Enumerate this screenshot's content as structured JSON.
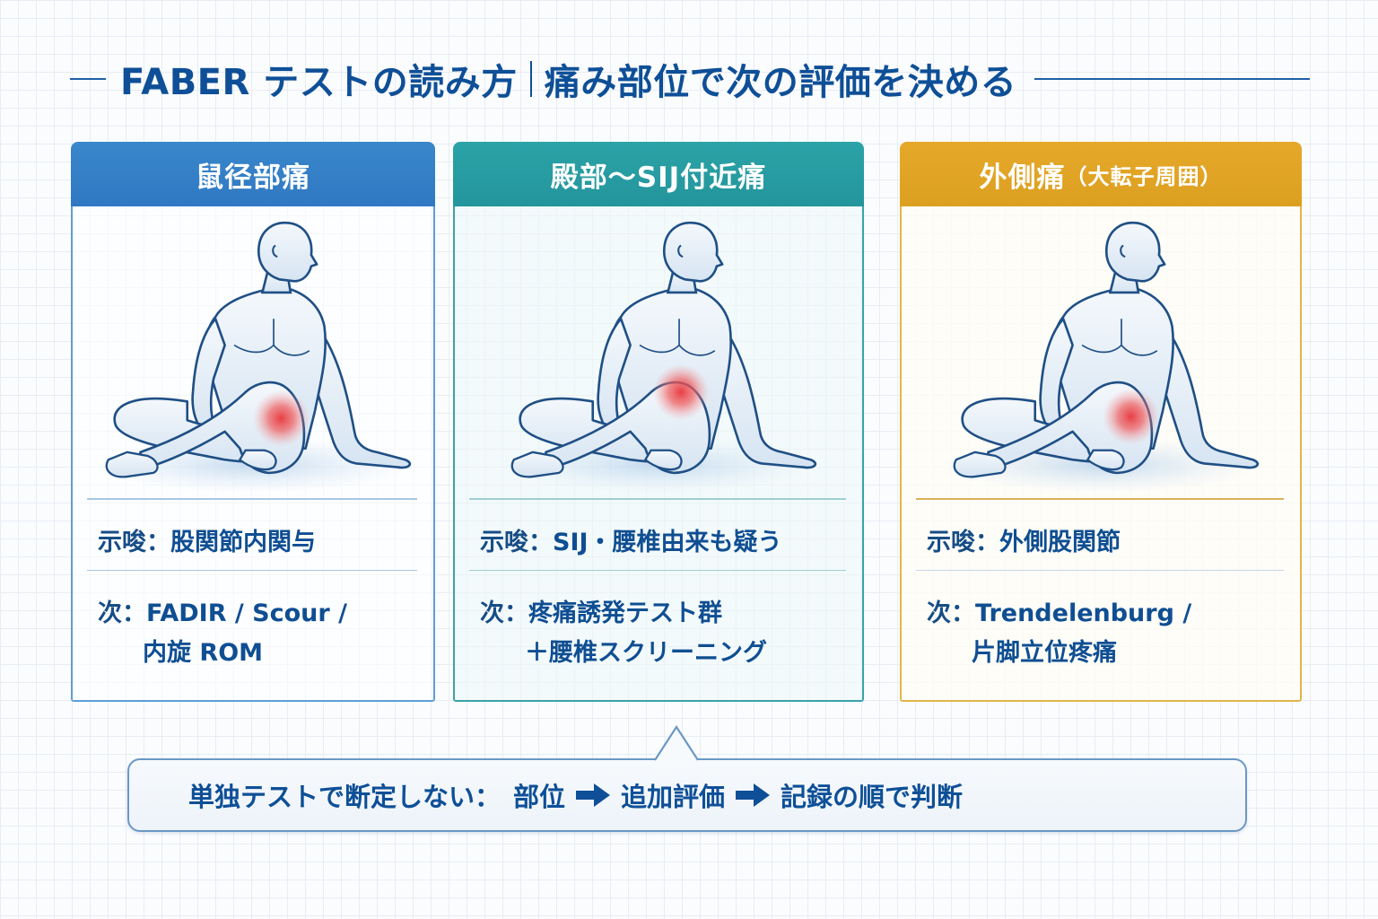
{
  "title": {
    "part1": "FABER テストの読み方",
    "part2": "痛み部位で次の評価を決める"
  },
  "colors": {
    "primary_text": "#0e4f97",
    "blue_header": "#3481c6",
    "teal_header": "#26989f",
    "gold_header": "#e0a424",
    "pain_marker": "#e8353a"
  },
  "cards": [
    {
      "header": "鼠径部痛",
      "header_sub": "",
      "pain_location": "groin",
      "suggest_label": "示唆：",
      "suggest_value": "股関節内関与",
      "next_label": "次：",
      "next_line1": "FADIR / Scour /",
      "next_line2": "内旋 ROM"
    },
    {
      "header": "殿部〜SIJ付近痛",
      "header_sub": "",
      "pain_location": "buttock-sij",
      "suggest_label": "示唆：",
      "suggest_value": "SIJ・腰椎由来も疑う",
      "next_label": "次：",
      "next_line1": "疼痛誘発テスト群",
      "next_line2": "＋腰椎スクリーニング"
    },
    {
      "header": "外側痛",
      "header_sub": "（大転子周囲）",
      "pain_location": "lateral-greater-trochanter",
      "suggest_label": "示唆：",
      "suggest_value": "外側股関節",
      "next_label": "次：",
      "next_line1": "Trendelenburg /",
      "next_line2": "片脚立位疼痛"
    }
  ],
  "callout": {
    "lead": "単独テストで断定しない：",
    "step1": "部位",
    "step2": "追加評価",
    "step3": "記録の順で判断",
    "arrow_icon": "right-arrow-icon"
  }
}
